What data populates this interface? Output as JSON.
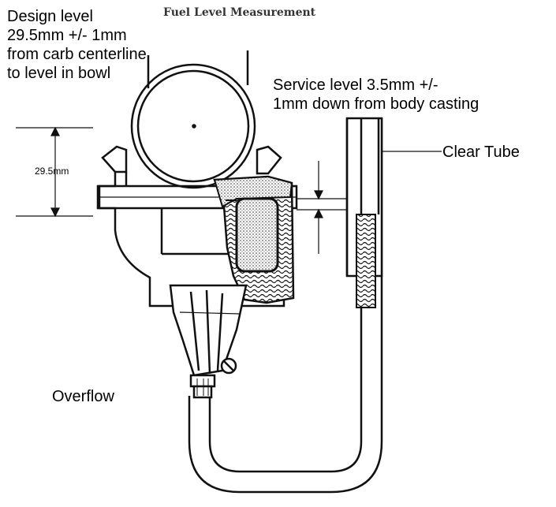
{
  "title": "Fuel Level Measurement",
  "design_level": {
    "lines": [
      "Design level",
      "29.5mm +/- 1mm",
      "from carb centerline",
      "to level in bowl"
    ]
  },
  "service_level": {
    "lines": [
      "Service level 3.5mm +/-",
      "1mm down from body casting"
    ]
  },
  "clear_tube_label": "Clear Tube",
  "dimension_label": "29.5mm",
  "overflow_label": "Overflow"
}
